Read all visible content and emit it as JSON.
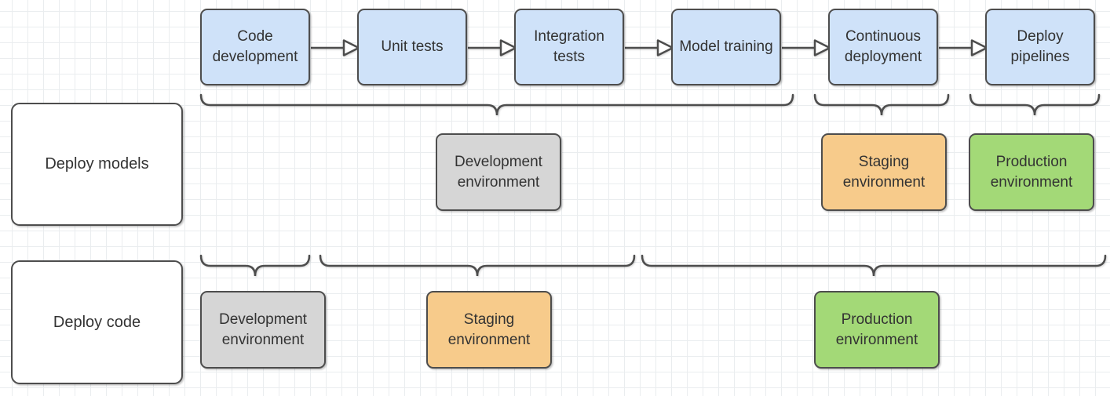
{
  "canvas": {
    "background": "#ffffff",
    "grid_line": "#eaedef"
  },
  "pipeline": {
    "step_fill": "#cfe2f9",
    "steps": [
      {
        "label": "Code development"
      },
      {
        "label": "Unit tests"
      },
      {
        "label": "Integration tests"
      },
      {
        "label": "Model training"
      },
      {
        "label": "Continuous deployment"
      },
      {
        "label": "Deploy pipelines"
      }
    ]
  },
  "rows": [
    {
      "label": "Deploy models",
      "environments": [
        {
          "label": "Development environment",
          "fill": "#d6d6d6"
        },
        {
          "label": "Staging environment",
          "fill": "#f7cb8b"
        },
        {
          "label": "Production environment",
          "fill": "#a3d977"
        }
      ]
    },
    {
      "label": "Deploy code",
      "environments": [
        {
          "label": "Development environment",
          "fill": "#d6d6d6"
        },
        {
          "label": "Staging environment",
          "fill": "#f7cb8b"
        },
        {
          "label": "Production environment",
          "fill": "#a3d977"
        }
      ]
    }
  ],
  "style": {
    "stroke_color": "#4d4d4d",
    "text_color": "#333333",
    "arrowhead_fill": "#ffffff"
  }
}
